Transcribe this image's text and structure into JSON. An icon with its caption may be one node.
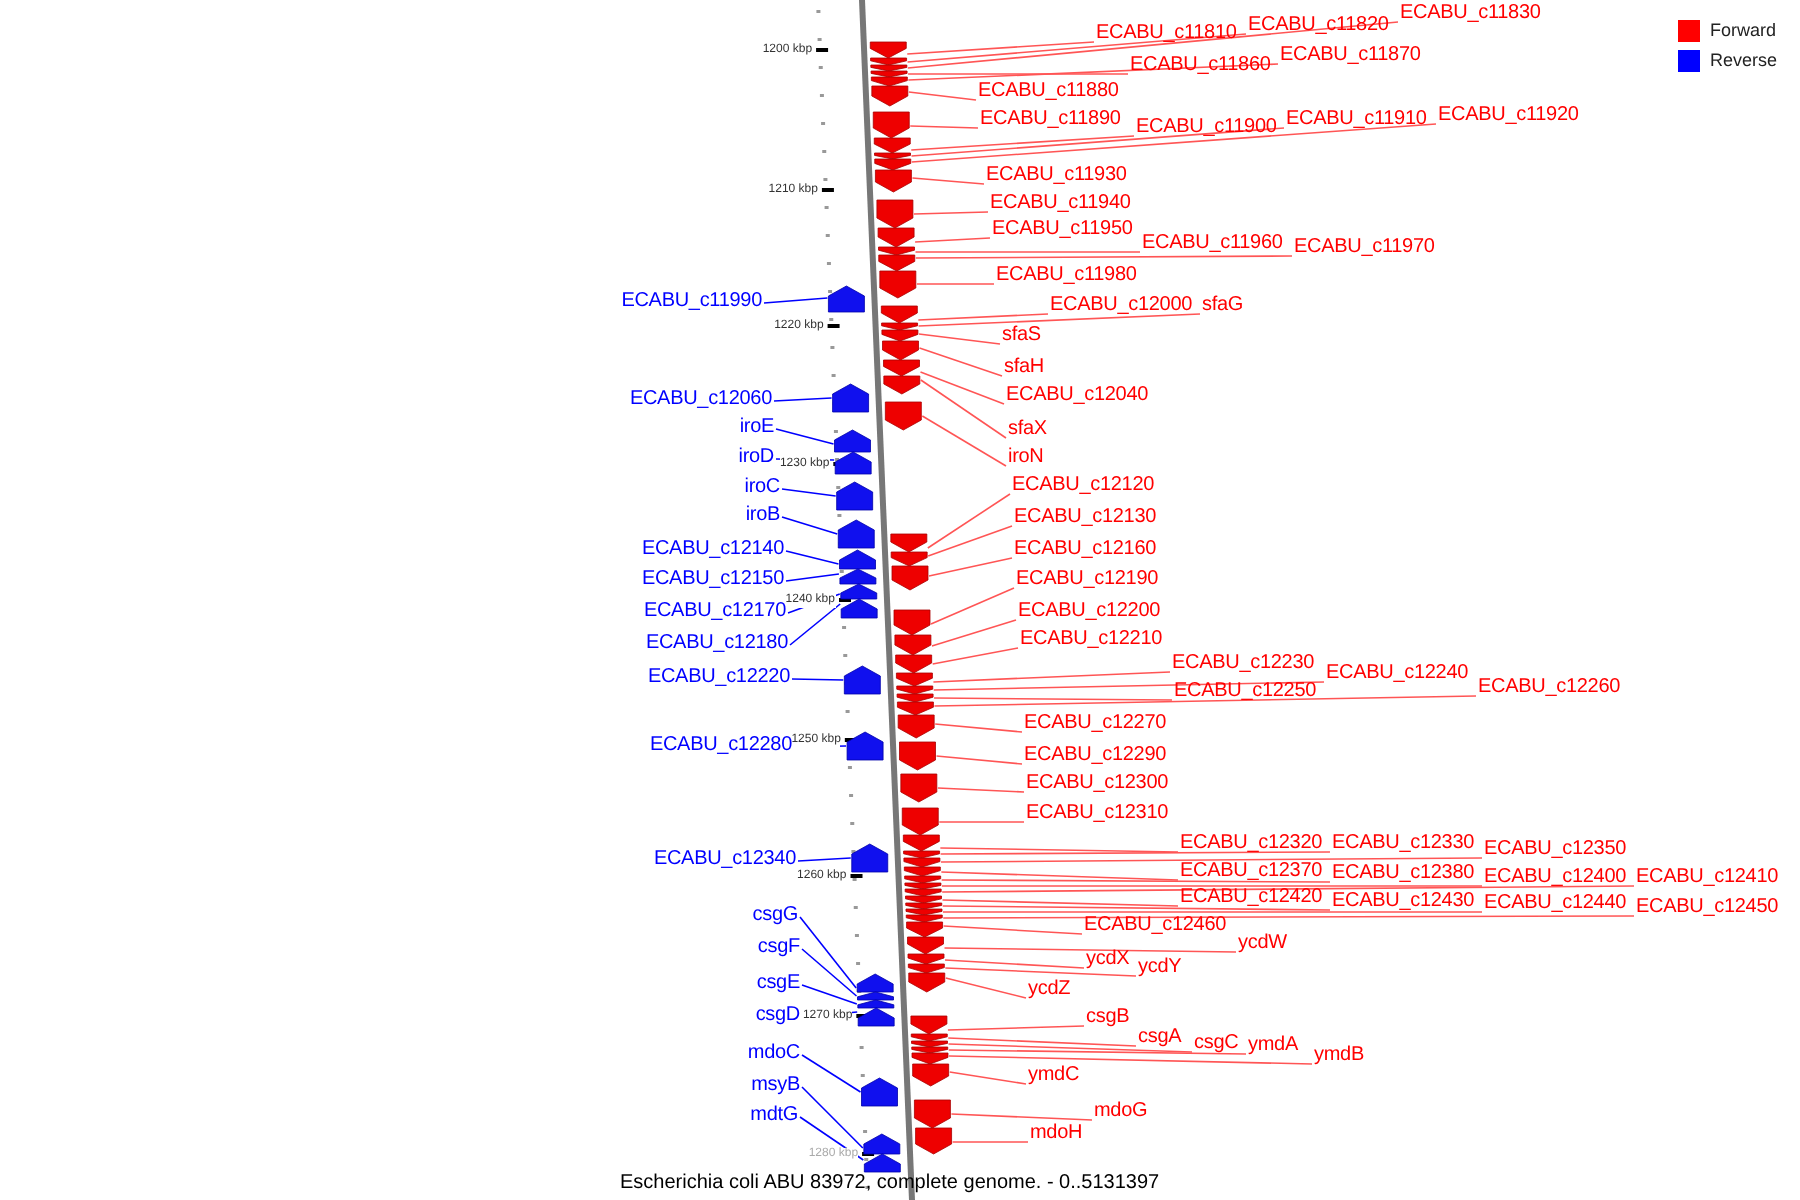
{
  "diagram": {
    "caption": "Escherichia coli ABU 83972, complete genome. - 0..5131397",
    "nodes": [
      {
        "text": [
          "ECABU_c11810"
        ]
      },
      {
        "text": [
          "ECABU_c11820"
        ]
      },
      {
        "text": [
          "ECABU_c11830"
        ]
      },
      {
        "text": [
          "ECABU_c11860"
        ]
      },
      {
        "text": [
          "ECABU_c11870"
        ]
      },
      {
        "text": [
          "ECABU_c11880"
        ]
      },
      {
        "text": [
          "ECABU_c11890"
        ]
      },
      {
        "text": [
          "ECABU_c11900"
        ]
      },
      {
        "text": [
          "ECABU_c11910"
        ]
      },
      {
        "text": [
          "ECABU_c11920"
        ]
      },
      {
        "text": [
          "ECABU_c11930"
        ]
      },
      {
        "text": [
          "ECABU_c11940"
        ]
      },
      {
        "text": [
          "ECABU_c11950"
        ]
      },
      {
        "text": [
          "ECABU_c11960"
        ]
      },
      {
        "text": [
          "ECABU_c11970"
        ]
      },
      {
        "text": [
          "ECABU_c11980"
        ]
      },
      {
        "text": [
          "ECABU_c12000"
        ]
      },
      {
        "text": [
          "sfaG"
        ]
      },
      {
        "text": [
          "sfaS"
        ]
      },
      {
        "text": [
          "sfaH"
        ]
      },
      {
        "text": [
          "ECABU_c12040"
        ]
      },
      {
        "text": [
          "sfaX"
        ]
      },
      {
        "text": [
          "iroN"
        ]
      },
      {
        "text": [
          "ECABU_c12120"
        ]
      },
      {
        "text": [
          "ECABU_c12130"
        ]
      },
      {
        "text": [
          "ECABU_c12160"
        ]
      },
      {
        "text": [
          "ECABU_c12190"
        ]
      },
      {
        "text": [
          "ECABU_c12200"
        ]
      },
      {
        "text": [
          "ECABU_c12210"
        ]
      },
      {
        "text": [
          "ECABU_c12230"
        ]
      },
      {
        "text": [
          "ECABU_c12240"
        ]
      },
      {
        "text": [
          "ECABU_c12250"
        ]
      },
      {
        "text": [
          "ECABU_c12260"
        ]
      },
      {
        "text": [
          "ECABU_c12270"
        ]
      },
      {
        "text": [
          "ECABU_c12290"
        ]
      },
      {
        "text": [
          "ECABU_c12300"
        ]
      },
      {
        "text": [
          "ECABU_c12310"
        ]
      },
      {
        "text": [
          "ECABU_c12320"
        ]
      },
      {
        "text": [
          "ECABU_c12330"
        ]
      },
      {
        "text": [
          "ECABU_c12350"
        ]
      },
      {
        "text": [
          "ECABU_c12370"
        ]
      },
      {
        "text": [
          "ECABU_c12380"
        ]
      },
      {
        "text": [
          "ECABU_c12400"
        ]
      },
      {
        "text": [
          "ECABU_c12410"
        ]
      },
      {
        "text": [
          "ECABU_c12420"
        ]
      },
      {
        "text": [
          "ECABU_c12430"
        ]
      },
      {
        "text": [
          "ECABU_c12440"
        ]
      },
      {
        "text": [
          "ECABU_c12450"
        ]
      },
      {
        "text": [
          "ECABU_c12460"
        ]
      },
      {
        "text": [
          "ycdW"
        ]
      },
      {
        "text": [
          "ycdX"
        ]
      },
      {
        "text": [
          "ycdY"
        ]
      },
      {
        "text": [
          "ycdZ"
        ]
      },
      {
        "text": [
          "csgB"
        ]
      },
      {
        "text": [
          "csgA"
        ]
      },
      {
        "text": [
          "csgC"
        ]
      },
      {
        "text": [
          "ymdA"
        ]
      },
      {
        "text": [
          "ymdB"
        ]
      },
      {
        "text": [
          "ymdC"
        ]
      },
      {
        "text": [
          "mdoG"
        ]
      },
      {
        "text": [
          "mdoH"
        ]
      },
      {
        "text": [
          "ECABU_c11990"
        ]
      },
      {
        "text": [
          "ECABU_c12060"
        ]
      },
      {
        "text": [
          "iroE"
        ]
      },
      {
        "text": [
          "iroD"
        ]
      },
      {
        "text": [
          "iroC"
        ]
      },
      {
        "text": [
          "iroB"
        ]
      },
      {
        "text": [
          "ECABU_c12140"
        ]
      },
      {
        "text": [
          "ECABU_c12150"
        ]
      },
      {
        "text": [
          "ECABU_c12170"
        ]
      },
      {
        "text": [
          "ECABU_c12180"
        ]
      },
      {
        "text": [
          "ECABU_c12220"
        ]
      },
      {
        "text": [
          "ECABU_c12280"
        ]
      },
      {
        "text": [
          "ECABU_c12340"
        ]
      },
      {
        "text": [
          "csgG"
        ]
      },
      {
        "text": [
          "csgF"
        ]
      },
      {
        "text": [
          "csgE"
        ]
      },
      {
        "text": [
          "csgD"
        ]
      },
      {
        "text": [
          "mdoC"
        ]
      },
      {
        "text": [
          "msyB"
        ]
      },
      {
        "text": [
          "mdtG"
        ]
      },
      {
        "text": [],
        "shape": "arrow"
      },
      {
        "text": [],
        "shape": "arrow"
      },
      {
        "text": [],
        "shape": "arrow"
      },
      {
        "text": [],
        "shape": "arrow"
      },
      {
        "text": [],
        "shape": "arrow"
      },
      {
        "text": [],
        "shape": "arrow"
      },
      {
        "text": [],
        "shape": "arrow"
      },
      {
        "text": [],
        "shape": "arrow"
      },
      {
        "text": [],
        "shape": "arrow"
      },
      {
        "text": [],
        "shape": "arrow"
      },
      {
        "text": [],
        "shape": "arrow"
      },
      {
        "text": [],
        "shape": "arrow"
      },
      {
        "text": [],
        "shape": "arrow"
      },
      {
        "text": [],
        "shape": "arrow"
      },
      {
        "text": [],
        "shape": "arrow"
      },
      {
        "text": [],
        "shape": "arrow"
      },
      {
        "text": [],
        "shape": "arrow"
      },
      {
        "text": [],
        "shape": "arrow"
      },
      {
        "text": [],
        "shape": "arrow"
      },
      {
        "text": [],
        "shape": "arrow"
      },
      {
        "text": [],
        "shape": "arrow"
      },
      {
        "text": [],
        "shape": "arrow"
      },
      {
        "text": [],
        "shape": "arrow"
      },
      {
        "text": [],
        "shape": "arrow"
      },
      {
        "text": [],
        "shape": "arrow"
      },
      {
        "text": [],
        "shape": "arrow"
      },
      {
        "text": [],
        "shape": "arrow"
      },
      {
        "text": [],
        "shape": "arrow"
      },
      {
        "text": [],
        "shape": "arrow"
      },
      {
        "text": [],
        "shape": "arrow"
      },
      {
        "text": [],
        "shape": "arrow"
      },
      {
        "text": [],
        "shape": "arrow"
      },
      {
        "text": [],
        "shape": "arrow"
      },
      {
        "text": [],
        "shape": "arrow"
      },
      {
        "text": [],
        "shape": "arrow"
      },
      {
        "text": [],
        "shape": "arrow"
      },
      {
        "text": [],
        "shape": "arrow"
      },
      {
        "text": [],
        "shape": "arrow"
      },
      {
        "text": [],
        "shape": "arrow"
      },
      {
        "text": [],
        "shape": "arrow"
      },
      {
        "text": [],
        "shape": "arrow"
      },
      {
        "text": [],
        "shape": "arrow"
      },
      {
        "text": [],
        "shape": "arrow"
      },
      {
        "text": [],
        "shape": "arrow"
      },
      {
        "text": [],
        "shape": "arrow"
      },
      {
        "text": [],
        "shape": "arrow"
      },
      {
        "text": [],
        "shape": "arrow"
      },
      {
        "text": [],
        "shape": "arrow"
      },
      {
        "text": [],
        "shape": "arrow"
      },
      {
        "text": [],
        "shape": "arrow"
      },
      {
        "text": [],
        "shape": "arrow"
      },
      {
        "text": [],
        "shape": "arrow"
      },
      {
        "text": [],
        "shape": "arrow"
      },
      {
        "text": [],
        "shape": "arrow"
      },
      {
        "text": [],
        "shape": "arrow"
      },
      {
        "text": [],
        "shape": "arrow"
      },
      {
        "text": [],
        "shape": "arrow"
      },
      {
        "text": [],
        "shape": "arrow"
      },
      {
        "text": [],
        "shape": "arrow"
      },
      {
        "text": [],
        "shape": "arrow"
      },
      {
        "text": [],
        "shape": "arrow"
      },
      {
        "text": [],
        "shape": "arrow"
      },
      {
        "text": [],
        "shape": "arrow"
      },
      {
        "text": [],
        "shape": "arrow"
      },
      {
        "text": [],
        "shape": "arrow"
      },
      {
        "text": [],
        "shape": "arrow"
      },
      {
        "text": [],
        "shape": "arrow"
      },
      {
        "text": [],
        "shape": "arrow"
      },
      {
        "text": [],
        "shape": "arrow"
      },
      {
        "text": [],
        "shape": "arrow"
      },
      {
        "text": [],
        "shape": "arrow"
      },
      {
        "text": [],
        "shape": "arrow"
      },
      {
        "text": [],
        "shape": "arrow"
      },
      {
        "text": [],
        "shape": "arrow"
      },
      {
        "text": [],
        "shape": "arrow"
      },
      {
        "text": [],
        "shape": "arrow"
      },
      {
        "text": [],
        "shape": "arrow"
      },
      {
        "text": [],
        "shape": "arrow"
      },
      {
        "text": [],
        "shape": "arrow"
      },
      {
        "text": [],
        "shape": "arrow"
      },
      {
        "text": [],
        "shape": "arrow"
      }
    ],
    "edges": [
      {
        "from": 0,
        "to": 81,
        "arrow": "none"
      },
      {
        "from": 1,
        "to": 82,
        "arrow": "none"
      },
      {
        "from": 2,
        "to": 83,
        "arrow": "none"
      },
      {
        "from": 3,
        "to": 84,
        "arrow": "none"
      },
      {
        "from": 4,
        "to": 85,
        "arrow": "none"
      },
      {
        "from": 5,
        "to": 86,
        "arrow": "none"
      },
      {
        "from": 6,
        "to": 87,
        "arrow": "none"
      },
      {
        "from": 7,
        "to": 88,
        "arrow": "none"
      },
      {
        "from": 8,
        "to": 89,
        "arrow": "none"
      },
      {
        "from": 9,
        "to": 90,
        "arrow": "none"
      },
      {
        "from": 10,
        "to": 91,
        "arrow": "none"
      },
      {
        "from": 11,
        "to": 92,
        "arrow": "none"
      },
      {
        "from": 12,
        "to": 93,
        "arrow": "none"
      },
      {
        "from": 13,
        "to": 94,
        "arrow": "none"
      },
      {
        "from": 14,
        "to": 95,
        "arrow": "none"
      },
      {
        "from": 15,
        "to": 96,
        "arrow": "none"
      },
      {
        "from": 16,
        "to": 97,
        "arrow": "none"
      },
      {
        "from": 17,
        "to": 98,
        "arrow": "none"
      },
      {
        "from": 18,
        "to": 99,
        "arrow": "none"
      },
      {
        "from": 19,
        "to": 100,
        "arrow": "none"
      },
      {
        "from": 20,
        "to": 101,
        "arrow": "none"
      },
      {
        "from": 21,
        "to": 102,
        "arrow": "none"
      },
      {
        "from": 22,
        "to": 103,
        "arrow": "none"
      },
      {
        "from": 23,
        "to": 104,
        "arrow": "none"
      },
      {
        "from": 24,
        "to": 105,
        "arrow": "none"
      },
      {
        "from": 25,
        "to": 106,
        "arrow": "none"
      },
      {
        "from": 26,
        "to": 107,
        "arrow": "none"
      },
      {
        "from": 27,
        "to": 108,
        "arrow": "none"
      },
      {
        "from": 28,
        "to": 109,
        "arrow": "none"
      },
      {
        "from": 29,
        "to": 110,
        "arrow": "none"
      },
      {
        "from": 30,
        "to": 111,
        "arrow": "none"
      },
      {
        "from": 31,
        "to": 112,
        "arrow": "none"
      },
      {
        "from": 32,
        "to": 113,
        "arrow": "none"
      },
      {
        "from": 33,
        "to": 114,
        "arrow": "none"
      },
      {
        "from": 34,
        "to": 115,
        "arrow": "none"
      },
      {
        "from": 35,
        "to": 116,
        "arrow": "none"
      },
      {
        "from": 36,
        "to": 117,
        "arrow": "none"
      },
      {
        "from": 37,
        "to": 118,
        "arrow": "none"
      },
      {
        "from": 38,
        "to": 119,
        "arrow": "none"
      },
      {
        "from": 39,
        "to": 120,
        "arrow": "none"
      },
      {
        "from": 40,
        "to": 121,
        "arrow": "none"
      },
      {
        "from": 41,
        "to": 122,
        "arrow": "none"
      },
      {
        "from": 42,
        "to": 123,
        "arrow": "none"
      },
      {
        "from": 43,
        "to": 124,
        "arrow": "none"
      },
      {
        "from": 44,
        "to": 125,
        "arrow": "none"
      },
      {
        "from": 45,
        "to": 126,
        "arrow": "none"
      },
      {
        "from": 46,
        "to": 127,
        "arrow": "none"
      },
      {
        "from": 47,
        "to": 128,
        "arrow": "none"
      },
      {
        "from": 48,
        "to": 129,
        "arrow": "none"
      },
      {
        "from": 49,
        "to": 130,
        "arrow": "none"
      },
      {
        "from": 50,
        "to": 131,
        "arrow": "none"
      },
      {
        "from": 51,
        "to": 132,
        "arrow": "none"
      },
      {
        "from": 52,
        "to": 133,
        "arrow": "none"
      },
      {
        "from": 53,
        "to": 134,
        "arrow": "none"
      },
      {
        "from": 54,
        "to": 135,
        "arrow": "none"
      },
      {
        "from": 55,
        "to": 136,
        "arrow": "none"
      },
      {
        "from": 56,
        "to": 137,
        "arrow": "none"
      },
      {
        "from": 57,
        "to": 138,
        "arrow": "none"
      },
      {
        "from": 58,
        "to": 139,
        "arrow": "none"
      },
      {
        "from": 59,
        "to": 140,
        "arrow": "none"
      },
      {
        "from": 60,
        "to": 141,
        "arrow": "none"
      },
      {
        "from": 61,
        "to": 142,
        "arrow": "none",
        "color": "#0000ff"
      },
      {
        "from": 62,
        "to": 143,
        "arrow": "none",
        "color": "#0000ff"
      },
      {
        "from": 63,
        "to": 144,
        "arrow": "none",
        "color": "#0000ff"
      },
      {
        "from": 64,
        "to": 145,
        "arrow": "none",
        "color": "#0000ff"
      },
      {
        "from": 65,
        "to": 146,
        "arrow": "none",
        "color": "#0000ff"
      },
      {
        "from": 66,
        "to": 147,
        "arrow": "none",
        "color": "#0000ff"
      },
      {
        "from": 67,
        "to": 148,
        "arrow": "none",
        "color": "#0000ff"
      },
      {
        "from": 68,
        "to": 149,
        "arrow": "none",
        "color": "#0000ff"
      },
      {
        "from": 69,
        "to": 150,
        "arrow": "none",
        "color": "#0000ff"
      },
      {
        "from": 70,
        "to": 151,
        "arrow": "none",
        "color": "#0000ff"
      },
      {
        "from": 71,
        "to": 152,
        "arrow": "none",
        "color": "#0000ff"
      },
      {
        "from": 72,
        "to": 153,
        "arrow": "none",
        "color": "#0000ff"
      },
      {
        "from": 73,
        "to": 154,
        "arrow": "none",
        "color": "#0000ff"
      },
      {
        "from": 74,
        "to": 155,
        "arrow": "none",
        "color": "#0000ff"
      },
      {
        "from": 75,
        "to": 156,
        "arrow": "none",
        "color": "#0000ff"
      },
      {
        "from": 76,
        "to": 157,
        "arrow": "none",
        "color": "#0000ff"
      },
      {
        "from": 77,
        "to": 158,
        "arrow": "none",
        "color": "#0000ff"
      },
      {
        "from": 78,
        "to": 159,
        "arrow": "none",
        "color": "#0000ff"
      },
      {
        "from": 79,
        "to": 160,
        "arrow": "none",
        "color": "#0000ff"
      },
      {
        "from": 80,
        "to": 161,
        "arrow": "none",
        "color": "#0000ff"
      }
    ],
    "labels": [
      "1200 kbp",
      "1210 kbp",
      "1220 kbp",
      "1230 kbp",
      "1240 kbp",
      "1250 kbp",
      "1260 kbp",
      "1270 kbp",
      "1280 kbp"
    ],
    "legend": [
      {
        "text": "Forward",
        "color": "#ff0000"
      },
      {
        "text": "Reverse",
        "color": "#0000ff"
      }
    ]
  }
}
